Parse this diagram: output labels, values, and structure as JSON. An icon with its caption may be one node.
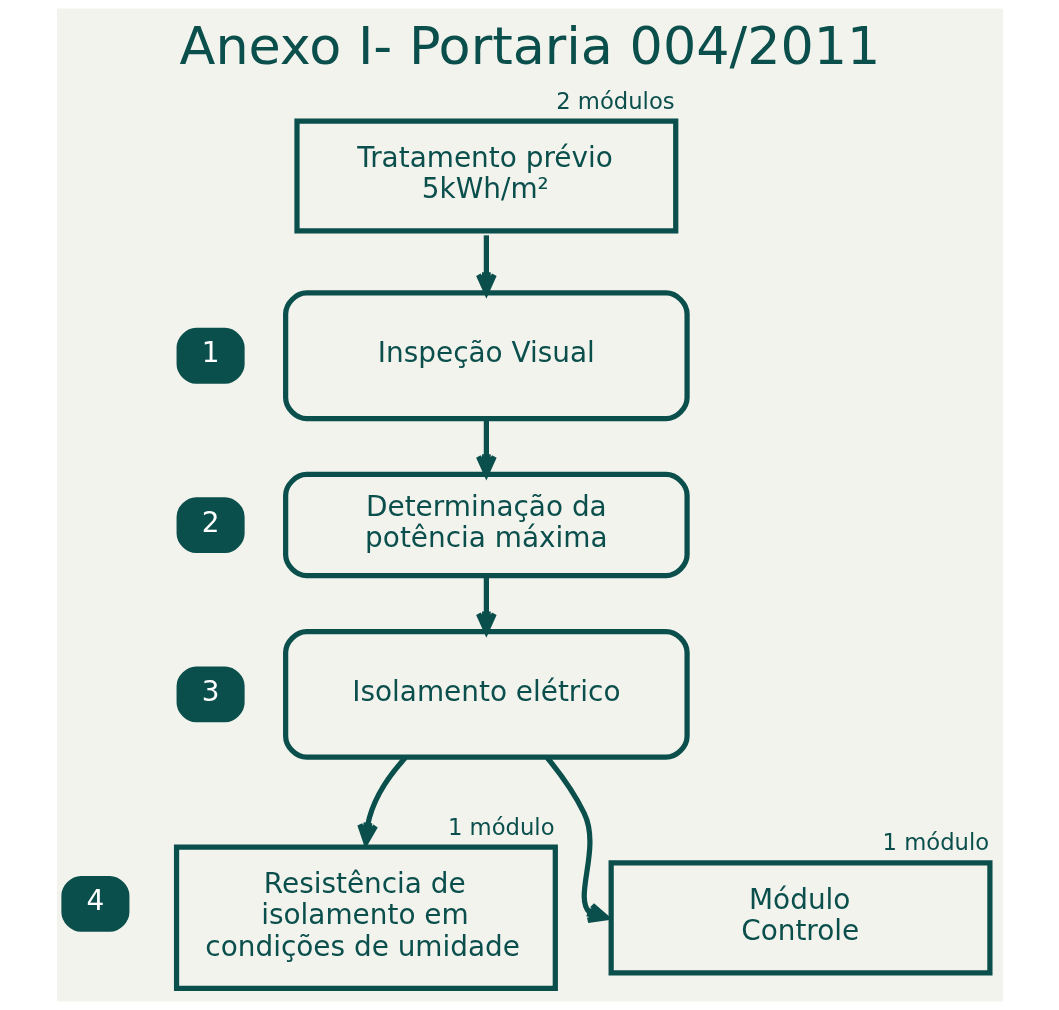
{
  "diagram": {
    "title": "Anexo I- Portaria 004/2011",
    "nodes": [
      {
        "text": [
          "Tratamento prévio 5kWh/m²"
        ],
        "beside": [
          "2 módulos"
        ]
      },
      {
        "text": [
          "1"
        ]
      },
      {
        "text": [
          "Inspeção Visual"
        ]
      },
      {
        "text": [
          "2"
        ]
      },
      {
        "text": [
          "Determinação da potência máxima"
        ]
      },
      {
        "text": [
          "3"
        ]
      },
      {
        "text": [
          "Isolamento elétrico"
        ]
      },
      {
        "text": [
          "4"
        ]
      },
      {
        "text": [
          "Resistência de isolamento em condições de umidade"
        ],
        "beside": [
          "1 módulo"
        ]
      },
      {
        "text": [
          "Módulo Controle"
        ],
        "beside": [
          "1 módulo"
        ]
      }
    ],
    "edges": [
      {
        "from": 0,
        "to": 2,
        "arrow": "to"
      },
      {
        "from": 2,
        "to": 4,
        "arrow": "to"
      },
      {
        "from": 4,
        "to": 6,
        "arrow": "to"
      },
      {
        "from": 6,
        "to": 8,
        "arrow": "to"
      },
      {
        "from": 6,
        "to": 9,
        "arrow": "to"
      }
    ]
  }
}
